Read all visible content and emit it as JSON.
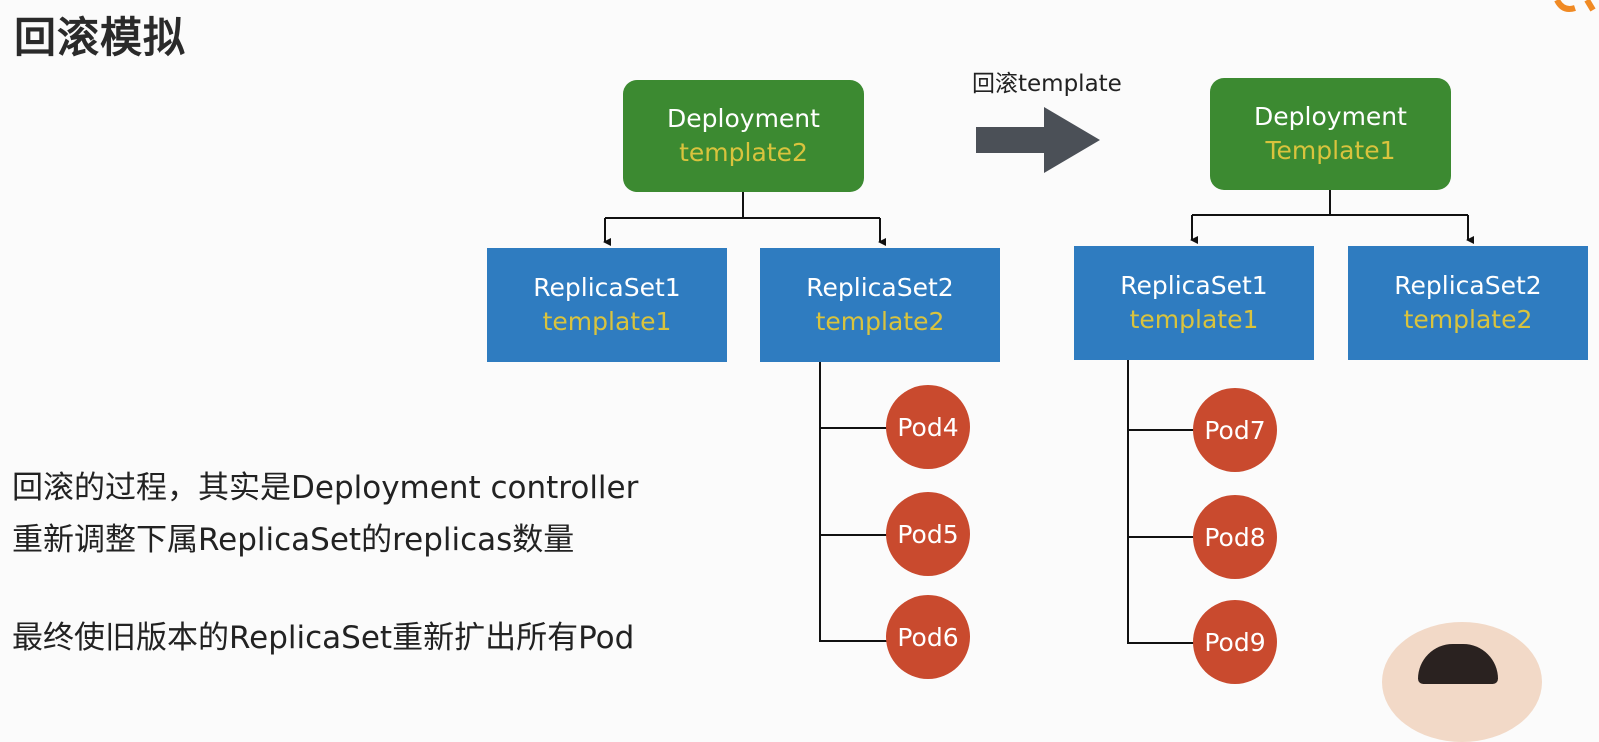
{
  "title": "回滚模拟",
  "arrow_label": "回滚template",
  "left_tree": {
    "deployment": {
      "line1": "Deployment",
      "line2": "template2"
    },
    "replicasets": [
      {
        "line1": "ReplicaSet1",
        "line2": "template1"
      },
      {
        "line1": "ReplicaSet2",
        "line2": "template2"
      }
    ],
    "pods": [
      "Pod4",
      "Pod5",
      "Pod6"
    ]
  },
  "right_tree": {
    "deployment": {
      "line1": "Deployment",
      "line2": "Template1"
    },
    "replicasets": [
      {
        "line1": "ReplicaSet1",
        "line2": "template1"
      },
      {
        "line1": "ReplicaSet2",
        "line2": "template2"
      }
    ],
    "pods": [
      "Pod7",
      "Pod8",
      "Pod9"
    ]
  },
  "text": {
    "para1_line1": "回滚的过程，其实是Deployment controller",
    "para1_line2": "重新调整下属ReplicaSet的replicas数量",
    "para2": "最终使旧版本的ReplicaSet重新扩出所有Pod"
  },
  "colors": {
    "deployment": "#3c8a31",
    "replicaset": "#2f7cc0",
    "pod": "#c94a2e",
    "template_text": "#d9c33d",
    "big_arrow": "#4b5057"
  }
}
